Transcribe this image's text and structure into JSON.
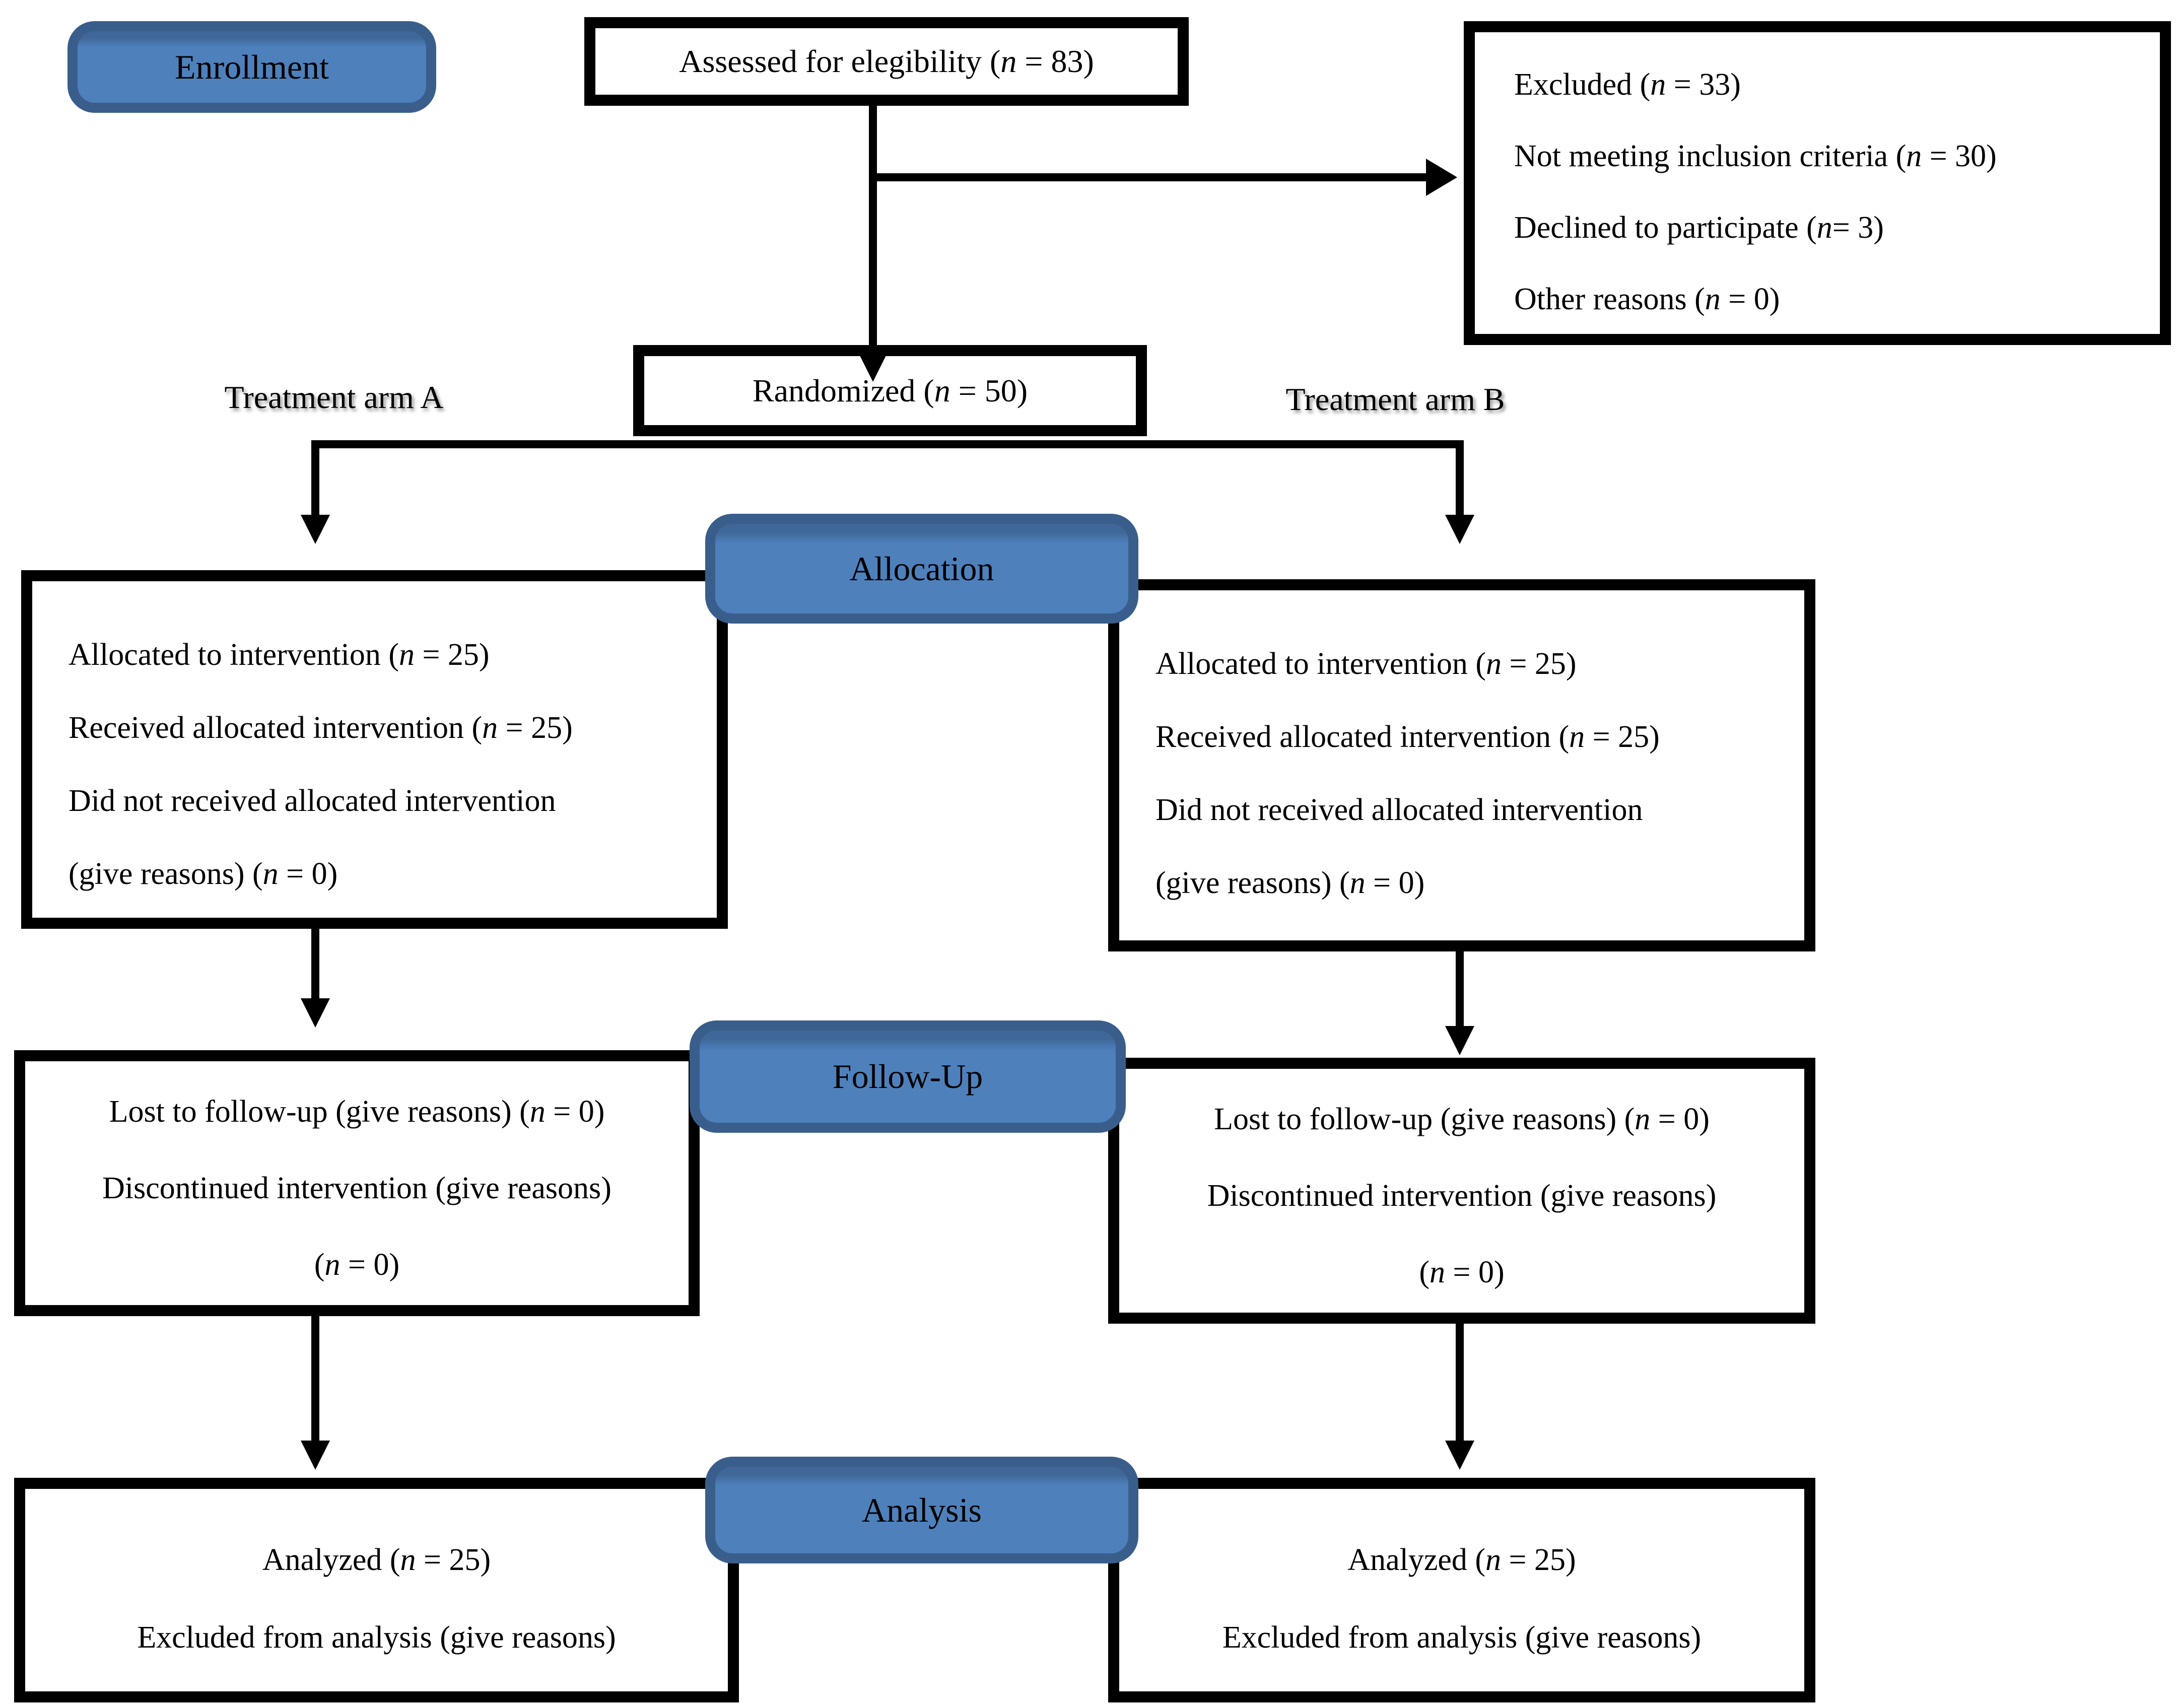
{
  "diagram": {
    "banners": {
      "enrollment": "Enrollment",
      "allocation": "Allocation",
      "followup": "Follow-Up",
      "analysis": "Analysis"
    },
    "arm_labels": {
      "a": "Treatment arm A",
      "b": "Treatment arm B"
    },
    "boxes": {
      "assessed": {
        "lines": [
          "Assessed for elegibility (n = 83)"
        ]
      },
      "excluded": {
        "lines": [
          "Excluded (n = 33)",
          "Not meeting inclusion criteria (n = 30)",
          "Declined to participate (n= 3)",
          "Other reasons (n = 0)"
        ]
      },
      "randomized": {
        "lines": [
          "Randomized (n = 50)"
        ]
      },
      "allocation_a": {
        "lines": [
          "Allocated to intervention (n = 25)",
          "Received allocated intervention (n = 25)",
          "Did not received allocated intervention",
          "(give reasons) (n = 0)"
        ]
      },
      "allocation_b": {
        "lines": [
          "Allocated to intervention (n = 25)",
          "Received allocated intervention (n = 25)",
          "Did not received allocated intervention",
          "(give reasons) (n = 0)"
        ]
      },
      "followup_a": {
        "lines": [
          "Lost to follow-up (give reasons) (n = 0)",
          "Discontinued intervention (give reasons)",
          "(n = 0)"
        ]
      },
      "followup_b": {
        "lines": [
          "Lost to follow-up (give reasons) (n = 0)",
          "Discontinued intervention (give reasons)",
          "(n = 0)"
        ]
      },
      "analysis_a": {
        "lines": [
          "Analyzed (n = 25)",
          "Excluded from analysis (give reasons)"
        ]
      },
      "analysis_b": {
        "lines": [
          "Analyzed (n = 25)",
          "Excluded from analysis (give reasons)"
        ]
      }
    },
    "colors": {
      "banner_fill": "#4e80bc",
      "banner_border": "#3a5e8c",
      "line": "#000000",
      "text": "#000000"
    }
  }
}
